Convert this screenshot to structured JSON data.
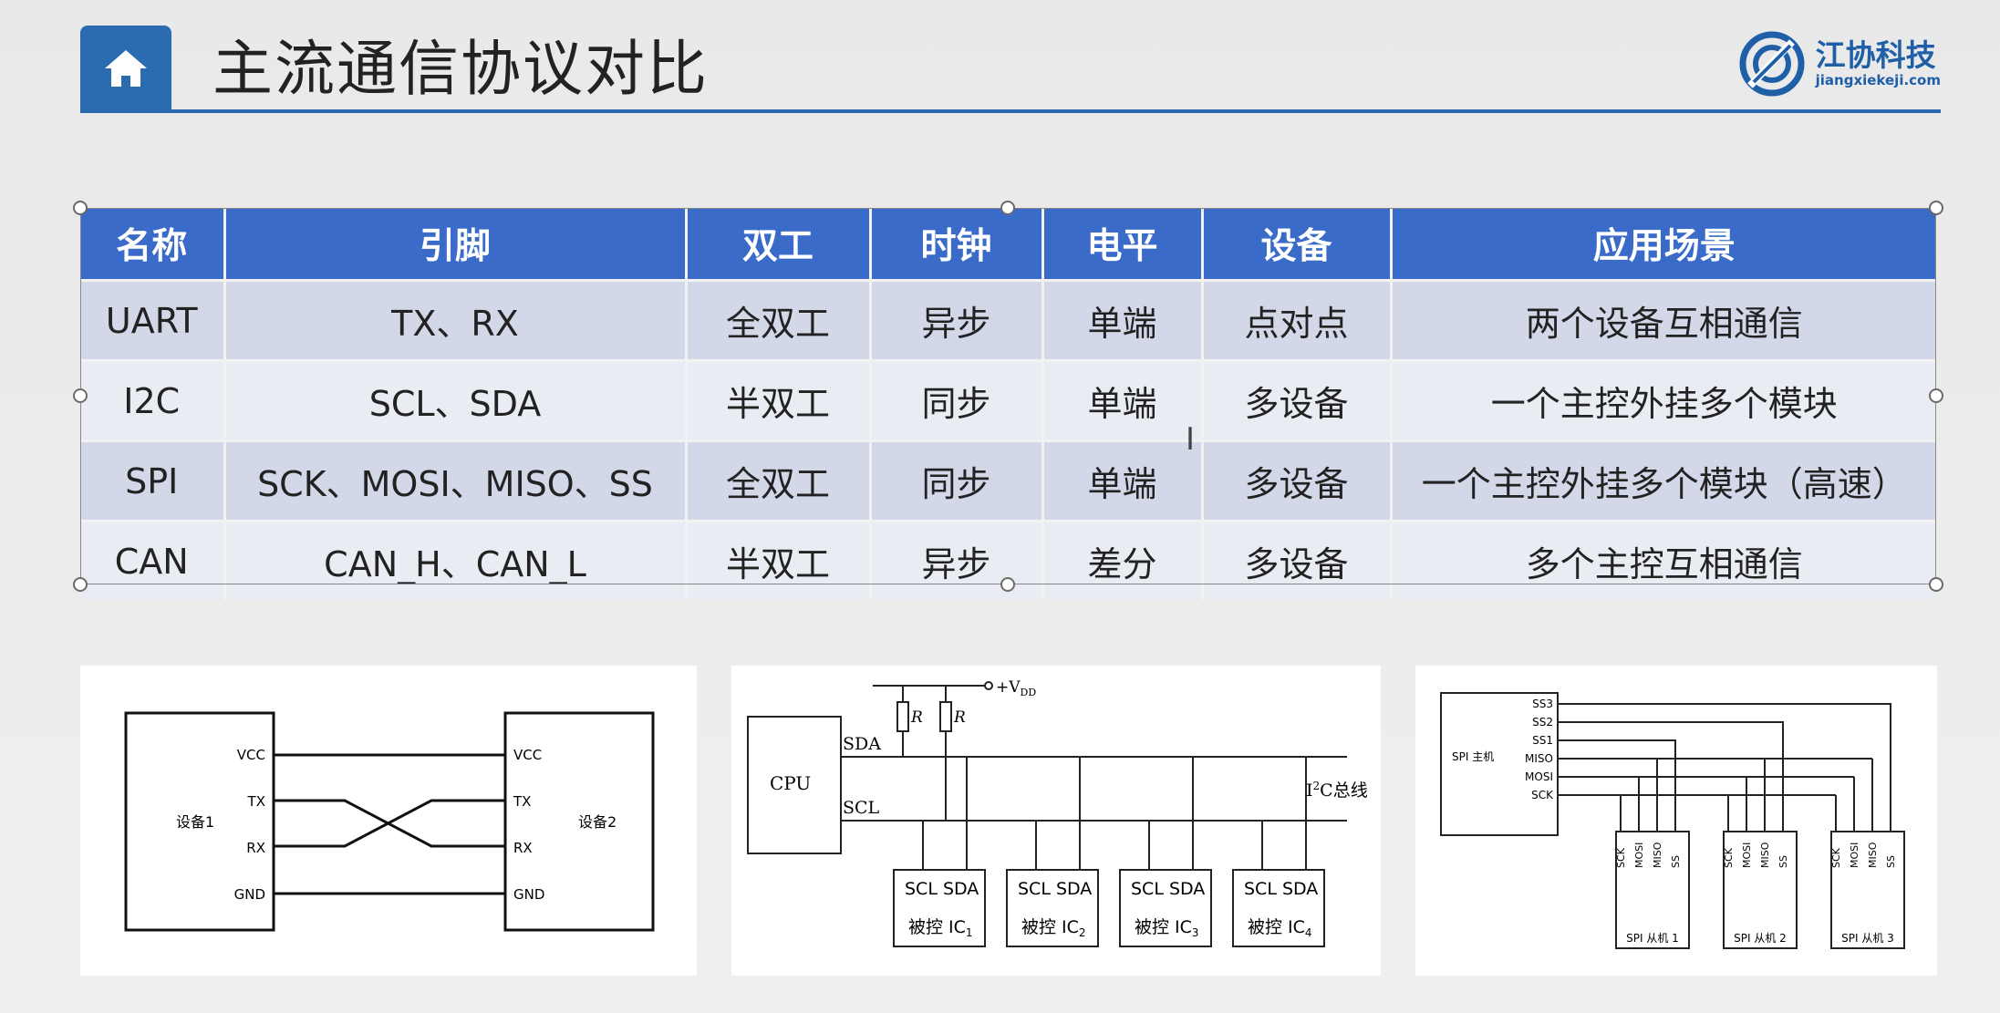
{
  "header": {
    "title": "主流通信协议对比",
    "home_icon": "home-icon",
    "logo": {
      "name_cn": "江协科技",
      "name_en": "jiangxiekeji.com"
    }
  },
  "table": {
    "columns": [
      "名称",
      "引脚",
      "双工",
      "时钟",
      "电平",
      "设备",
      "应用场景"
    ],
    "rows": [
      [
        "UART",
        "TX、RX",
        "全双工",
        "异步",
        "单端",
        "点对点",
        "两个设备互相通信"
      ],
      [
        "I2C",
        "SCL、SDA",
        "半双工",
        "同步",
        "单端",
        "多设备",
        "一个主控外挂多个模块"
      ],
      [
        "SPI",
        "SCK、MOSI、MISO、SS",
        "全双工",
        "同步",
        "单端",
        "多设备",
        "一个主控外挂多个模块（高速）"
      ],
      [
        "CAN",
        "CAN_H、CAN_L",
        "半双工",
        "异步",
        "差分",
        "多设备",
        "多个主控互相通信"
      ]
    ]
  },
  "uart_diagram": {
    "device1": "设备1",
    "device2": "设备2",
    "pins_left": [
      "VCC",
      "TX",
      "RX",
      "GND"
    ],
    "pins_right": [
      "VCC",
      "TX",
      "RX",
      "GND"
    ]
  },
  "i2c_diagram": {
    "cpu": "CPU",
    "sda": "SDA",
    "scl": "SCL",
    "vdd": "+V",
    "vdd_sub": "DD",
    "resistor": "R",
    "bus_label_prefix": "I",
    "bus_label_sup": "2",
    "bus_label_suffix": "C总线",
    "slaves": [
      {
        "pins": "SCL SDA",
        "label": "被控 IC",
        "sub": "1"
      },
      {
        "pins": "SCL SDA",
        "label": "被控 IC",
        "sub": "2"
      },
      {
        "pins": "SCL SDA",
        "label": "被控 IC",
        "sub": "3"
      },
      {
        "pins": "SCL SDA",
        "label": "被控 IC",
        "sub": "4"
      }
    ]
  },
  "spi_diagram": {
    "master": "SPI 主机",
    "master_pins": [
      "SS3",
      "SS2",
      "SS1",
      "MISO",
      "MOSI",
      "SCK"
    ],
    "slave_pins": [
      "SCK",
      "MOSI",
      "MISO",
      "SS"
    ],
    "slaves": [
      "SPI 从机 1",
      "SPI 从机 2",
      "SPI 从机 3"
    ]
  },
  "colors": {
    "accent": "#2b6cb0",
    "table_header": "#3a6bc9",
    "row_odd": "#d3d8e9",
    "row_even": "#eaecf3"
  }
}
